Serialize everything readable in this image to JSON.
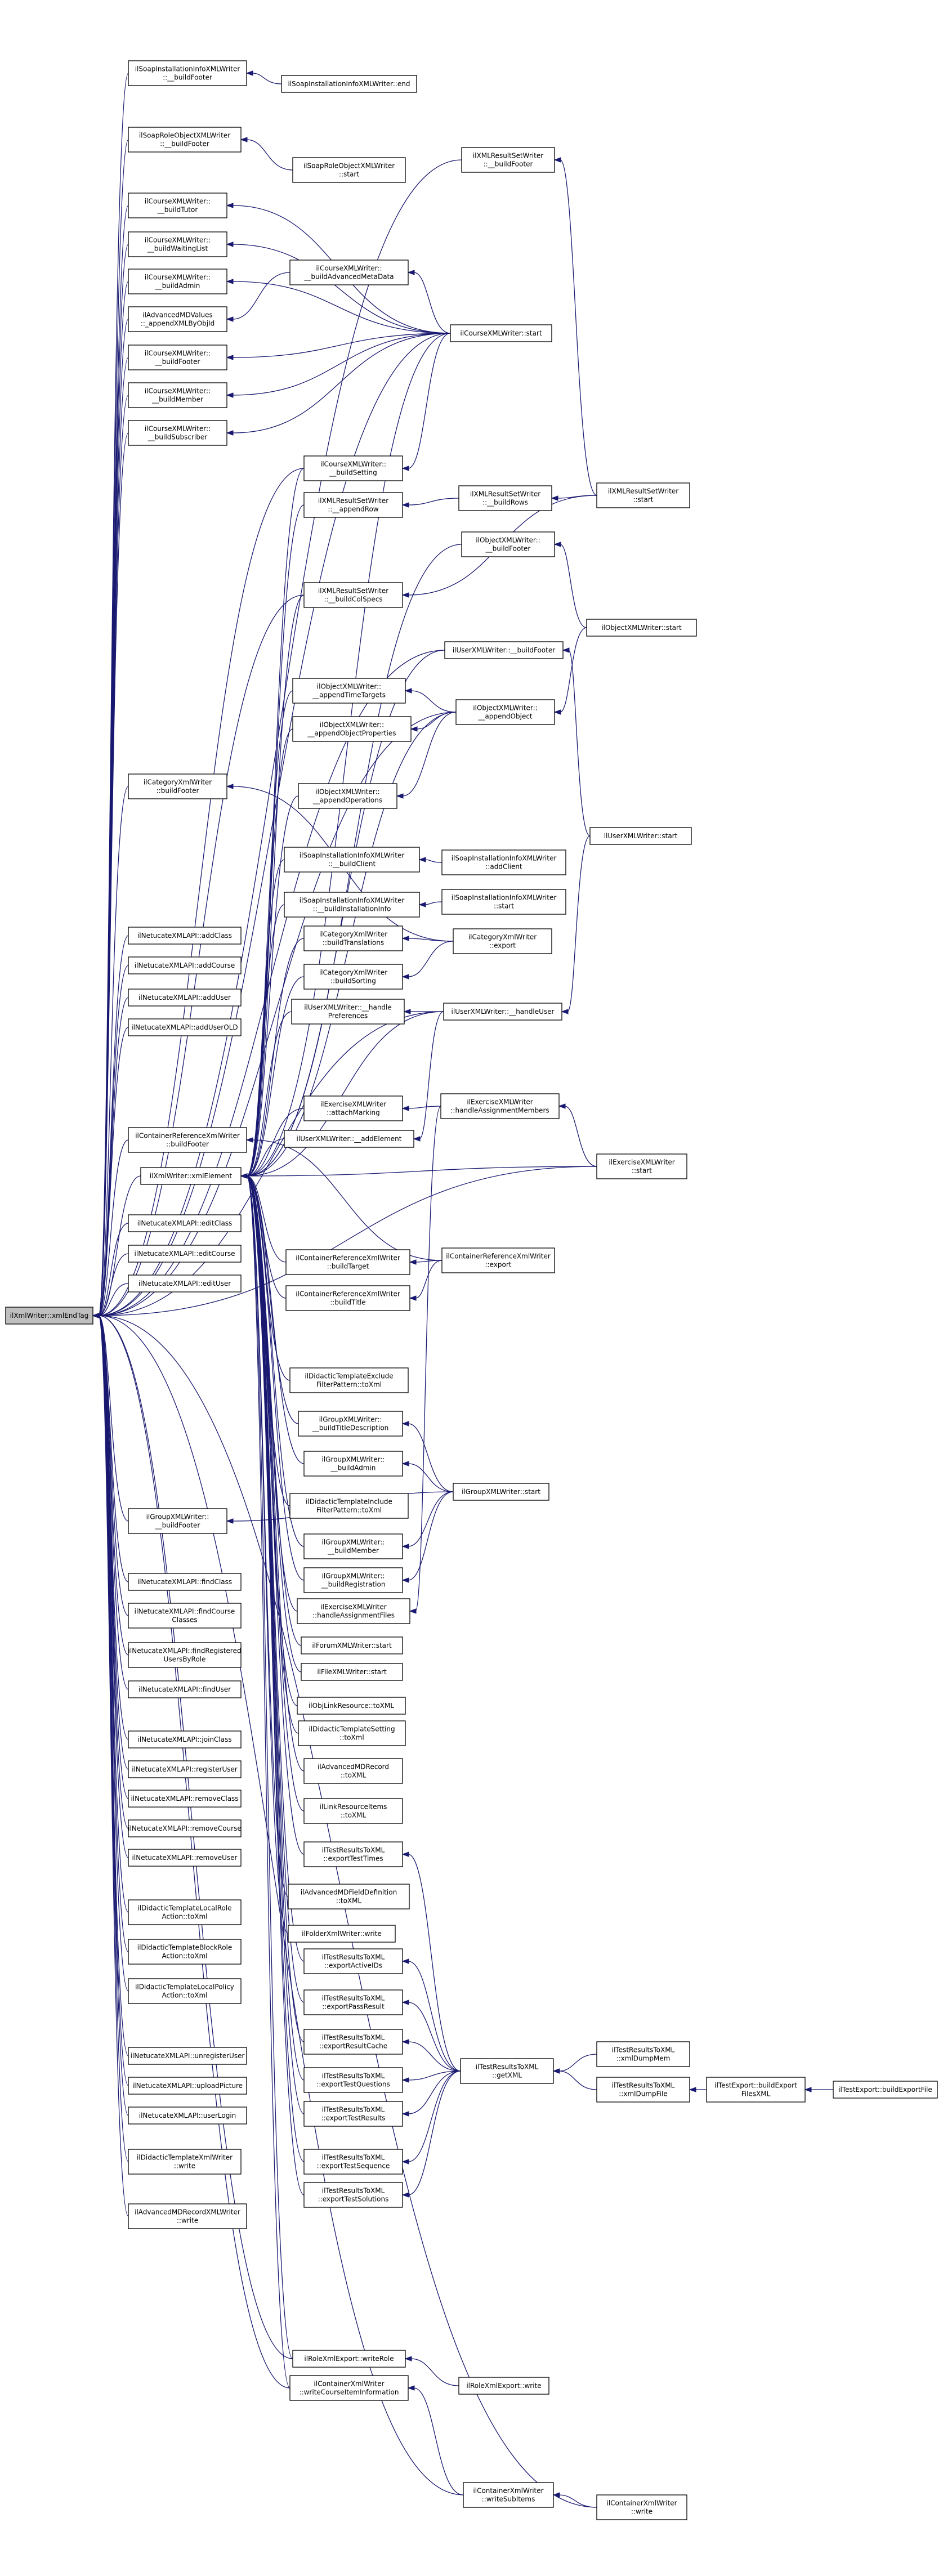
{
  "diagram": {
    "type": "call-graph",
    "colors": {
      "edge": "#191970",
      "node_border": "#000000",
      "root_fill": "#bfbfbf",
      "node_fill": "#ffffff"
    },
    "nodes": [
      {
        "id": "root",
        "label": [
          "ilXmlWriter::xmlEndTag"
        ],
        "root": true
      },
      {
        "id": "a1",
        "label": [
          "ilSoapInstallationInfoXMLWriter",
          "::__buildFooter"
        ]
      },
      {
        "id": "a2",
        "label": [
          "ilSoapRoleObjectXMLWriter",
          "::__buildFooter"
        ]
      },
      {
        "id": "a3",
        "label": [
          "ilCourseXMLWriter::",
          "__buildTutor"
        ]
      },
      {
        "id": "a4",
        "label": [
          "ilCourseXMLWriter::",
          "__buildWaitingList"
        ]
      },
      {
        "id": "a5",
        "label": [
          "ilCourseXMLWriter::",
          "__buildAdmin"
        ]
      },
      {
        "id": "a6",
        "label": [
          "ilAdvancedMDValues",
          "::_appendXMLByObjId"
        ]
      },
      {
        "id": "a7",
        "label": [
          "ilCourseXMLWriter::",
          "__buildFooter"
        ]
      },
      {
        "id": "a8",
        "label": [
          "ilCourseXMLWriter::",
          "__buildMember"
        ]
      },
      {
        "id": "a9",
        "label": [
          "ilCourseXMLWriter::",
          "__buildSubscriber"
        ]
      },
      {
        "id": "a10",
        "label": [
          "ilCategoryXmlWriter",
          "::buildFooter"
        ]
      },
      {
        "id": "a11",
        "label": [
          "ilNetucateXMLAPI::addClass"
        ]
      },
      {
        "id": "a12",
        "label": [
          "ilNetucateXMLAPI::addCourse"
        ]
      },
      {
        "id": "a13",
        "label": [
          "ilNetucateXMLAPI::addUser"
        ]
      },
      {
        "id": "a14",
        "label": [
          "ilNetucateXMLAPI::addUserOLD"
        ]
      },
      {
        "id": "a15",
        "label": [
          "ilContainerReferenceXmlWriter",
          "::buildFooter"
        ]
      },
      {
        "id": "xw",
        "label": [
          "ilXmlWriter::xmlElement"
        ]
      },
      {
        "id": "a16",
        "label": [
          "ilNetucateXMLAPI::editClass"
        ]
      },
      {
        "id": "a17",
        "label": [
          "ilNetucateXMLAPI::editCourse"
        ]
      },
      {
        "id": "a18",
        "label": [
          "ilNetucateXMLAPI::editUser"
        ]
      },
      {
        "id": "a19",
        "label": [
          "ilGroupXMLWriter::",
          "__buildFooter"
        ]
      },
      {
        "id": "a20",
        "label": [
          "ilNetucateXMLAPI::findClass"
        ]
      },
      {
        "id": "a21",
        "label": [
          "ilNetucateXMLAPI::findCourse",
          "Classes"
        ]
      },
      {
        "id": "a22",
        "label": [
          "ilNetucateXMLAPI::findRegistered",
          "UsersByRole"
        ]
      },
      {
        "id": "a23",
        "label": [
          "ilNetucateXMLAPI::findUser"
        ]
      },
      {
        "id": "a24",
        "label": [
          "ilNetucateXMLAPI::joinClass"
        ]
      },
      {
        "id": "a25",
        "label": [
          "ilNetucateXMLAPI::registerUser"
        ]
      },
      {
        "id": "a26",
        "label": [
          "ilNetucateXMLAPI::removeClass"
        ]
      },
      {
        "id": "a27",
        "label": [
          "ilNetucateXMLAPI::removeCourse"
        ]
      },
      {
        "id": "a28",
        "label": [
          "ilNetucateXMLAPI::removeUser"
        ]
      },
      {
        "id": "a29",
        "label": [
          "ilDidacticTemplateLocalRole",
          "Action::toXml"
        ]
      },
      {
        "id": "a30",
        "label": [
          "ilDidacticTemplateBlockRole",
          "Action::toXml"
        ]
      },
      {
        "id": "a31",
        "label": [
          "ilDidacticTemplateLocalPolicy",
          "Action::toXml"
        ]
      },
      {
        "id": "a32",
        "label": [
          "ilNetucateXMLAPI::unregisterUser"
        ]
      },
      {
        "id": "a33",
        "label": [
          "ilNetucateXMLAPI::uploadPicture"
        ]
      },
      {
        "id": "a34",
        "label": [
          "ilNetucateXMLAPI::userLogin"
        ]
      },
      {
        "id": "a35",
        "label": [
          "ilDidacticTemplateXmlWriter",
          "::write"
        ]
      },
      {
        "id": "a36",
        "label": [
          "ilAdvancedMDRecordXMLWriter",
          "::write"
        ]
      },
      {
        "id": "b1",
        "label": [
          "ilSoapInstallationInfoXMLWriter::end"
        ]
      },
      {
        "id": "b2",
        "label": [
          "ilSoapRoleObjectXMLWriter",
          "::start"
        ]
      },
      {
        "id": "b3",
        "label": [
          "ilCourseXMLWriter::",
          "__buildAdvancedMetaData"
        ]
      },
      {
        "id": "b4",
        "label": [
          "ilCourseXMLWriter::",
          "__buildSetting"
        ]
      },
      {
        "id": "b5",
        "label": [
          "ilXMLResultSetWriter",
          "::__appendRow"
        ]
      },
      {
        "id": "b6",
        "label": [
          "ilXMLResultSetWriter",
          "::__buildColSpecs"
        ]
      },
      {
        "id": "b7",
        "label": [
          "ilObjectXMLWriter::",
          "__appendTimeTargets"
        ]
      },
      {
        "id": "b8",
        "label": [
          "ilObjectXMLWriter::",
          "__appendObjectProperties"
        ]
      },
      {
        "id": "b9",
        "label": [
          "ilObjectXMLWriter::",
          "__appendOperations"
        ]
      },
      {
        "id": "b10",
        "label": [
          "ilSoapInstallationInfoXMLWriter",
          "::__buildClient"
        ]
      },
      {
        "id": "b11",
        "label": [
          "ilSoapInstallationInfoXMLWriter",
          "::__buildInstallationInfo"
        ]
      },
      {
        "id": "b12",
        "label": [
          "ilCategoryXmlWriter",
          "::buildTranslations"
        ]
      },
      {
        "id": "b13",
        "label": [
          "ilCategoryXmlWriter",
          "::buildSorting"
        ]
      },
      {
        "id": "b14",
        "label": [
          "ilUserXMLWriter::__handle",
          "Preferences"
        ]
      },
      {
        "id": "b15",
        "label": [
          "ilExerciseXMLWriter",
          "::attachMarking"
        ]
      },
      {
        "id": "b16",
        "label": [
          "ilUserXMLWriter::__addElement"
        ]
      },
      {
        "id": "b17",
        "label": [
          "ilContainerReferenceXmlWriter",
          "::buildTarget"
        ]
      },
      {
        "id": "b18",
        "label": [
          "ilContainerReferenceXmlWriter",
          "::buildTitle"
        ]
      },
      {
        "id": "b19",
        "label": [
          "ilDidacticTemplateExclude",
          "FilterPattern::toXml"
        ]
      },
      {
        "id": "b20",
        "label": [
          "ilGroupXMLWriter::",
          "__buildTitleDescription"
        ]
      },
      {
        "id": "b21",
        "label": [
          "ilGroupXMLWriter::",
          "__buildAdmin"
        ]
      },
      {
        "id": "b22",
        "label": [
          "ilDidacticTemplateInclude",
          "FilterPattern::toXml"
        ]
      },
      {
        "id": "b23",
        "label": [
          "ilGroupXMLWriter::",
          "__buildMember"
        ]
      },
      {
        "id": "b24",
        "label": [
          "ilGroupXMLWriter::",
          "__buildRegistration"
        ]
      },
      {
        "id": "b25",
        "label": [
          "ilExerciseXMLWriter",
          "::handleAssignmentFiles"
        ]
      },
      {
        "id": "b26",
        "label": [
          "ilForumXMLWriter::start"
        ]
      },
      {
        "id": "b27",
        "label": [
          "ilFileXMLWriter::start"
        ]
      },
      {
        "id": "b28",
        "label": [
          "ilObjLinkResource::toXML"
        ]
      },
      {
        "id": "b29",
        "label": [
          "ilDidacticTemplateSetting",
          "::toXml"
        ]
      },
      {
        "id": "b30",
        "label": [
          "ilAdvancedMDRecord",
          "::toXML"
        ]
      },
      {
        "id": "b31",
        "label": [
          "ilLinkResourceItems",
          "::toXML"
        ]
      },
      {
        "id": "b32",
        "label": [
          "ilTestResultsToXML",
          "::exportTestTimes"
        ]
      },
      {
        "id": "b33",
        "label": [
          "ilAdvancedMDFieldDefinition",
          "::toXML"
        ]
      },
      {
        "id": "b34",
        "label": [
          "ilFolderXmlWriter::write"
        ]
      },
      {
        "id": "b35",
        "label": [
          "ilTestResultsToXML",
          "::exportActiveIDs"
        ]
      },
      {
        "id": "b36",
        "label": [
          "ilTestResultsToXML",
          "::exportPassResult"
        ]
      },
      {
        "id": "b37",
        "label": [
          "ilTestResultsToXML",
          "::exportResultCache"
        ]
      },
      {
        "id": "b38",
        "label": [
          "ilTestResultsToXML",
          "::exportTestQuestions"
        ]
      },
      {
        "id": "b39",
        "label": [
          "ilTestResultsToXML",
          "::exportTestResults"
        ]
      },
      {
        "id": "b40",
        "label": [
          "ilTestResultsToXML",
          "::exportTestSequence"
        ]
      },
      {
        "id": "b41",
        "label": [
          "ilTestResultsToXML",
          "::exportTestSolutions"
        ]
      },
      {
        "id": "b42",
        "label": [
          "ilRoleXmlExport::writeRole"
        ]
      },
      {
        "id": "b43",
        "label": [
          "ilContainerXmlWriter",
          "::writeCourseItemInformation"
        ]
      },
      {
        "id": "c1",
        "label": [
          "ilXMLResultSetWriter",
          "::__buildFooter"
        ]
      },
      {
        "id": "c2",
        "label": [
          "ilCourseXMLWriter::start"
        ]
      },
      {
        "id": "c3",
        "label": [
          "ilXMLResultSetWriter",
          "::__buildRows"
        ]
      },
      {
        "id": "c4",
        "label": [
          "ilObjectXMLWriter::",
          "__buildFooter"
        ]
      },
      {
        "id": "c5",
        "label": [
          "ilUserXMLWriter::__buildFooter"
        ]
      },
      {
        "id": "c6",
        "label": [
          "ilObjectXMLWriter::",
          "__appendObject"
        ]
      },
      {
        "id": "c7",
        "label": [
          "ilSoapInstallationInfoXMLWriter",
          "::addClient"
        ]
      },
      {
        "id": "c8",
        "label": [
          "ilSoapInstallationInfoXMLWriter",
          "::start"
        ]
      },
      {
        "id": "c9",
        "label": [
          "ilCategoryXmlWriter",
          "::export"
        ]
      },
      {
        "id": "c10",
        "label": [
          "ilUserXMLWriter::__handleUser"
        ]
      },
      {
        "id": "c11",
        "label": [
          "ilExerciseXMLWriter",
          "::handleAssignmentMembers"
        ]
      },
      {
        "id": "c12",
        "label": [
          "ilContainerReferenceXmlWriter",
          "::export"
        ]
      },
      {
        "id": "c13",
        "label": [
          "ilGroupXMLWriter::start"
        ]
      },
      {
        "id": "c14",
        "label": [
          "ilTestResultsToXML",
          "::getXML"
        ]
      },
      {
        "id": "c15",
        "label": [
          "ilRoleXmlExport::write"
        ]
      },
      {
        "id": "c16",
        "label": [
          "ilContainerXmlWriter",
          "::writeSubItems"
        ]
      },
      {
        "id": "d1",
        "label": [
          "ilXMLResultSetWriter",
          "::start"
        ]
      },
      {
        "id": "d2",
        "label": [
          "ilObjectXMLWriter::start"
        ]
      },
      {
        "id": "d3",
        "label": [
          "ilUserXMLWriter::start"
        ]
      },
      {
        "id": "d4",
        "label": [
          "ilExerciseXMLWriter",
          "::start"
        ]
      },
      {
        "id": "d5",
        "label": [
          "ilTestResultsToXML",
          "::xmlDumpMem"
        ]
      },
      {
        "id": "d6",
        "label": [
          "ilTestResultsToXML",
          "::xmlDumpFile"
        ]
      },
      {
        "id": "d7",
        "label": [
          "ilContainerXmlWriter",
          "::write"
        ]
      },
      {
        "id": "e1",
        "label": [
          "ilTestExport::buildExport",
          "FilesXML"
        ]
      },
      {
        "id": "f1",
        "label": [
          "ilTestExport::buildExportFile"
        ]
      }
    ]
  }
}
